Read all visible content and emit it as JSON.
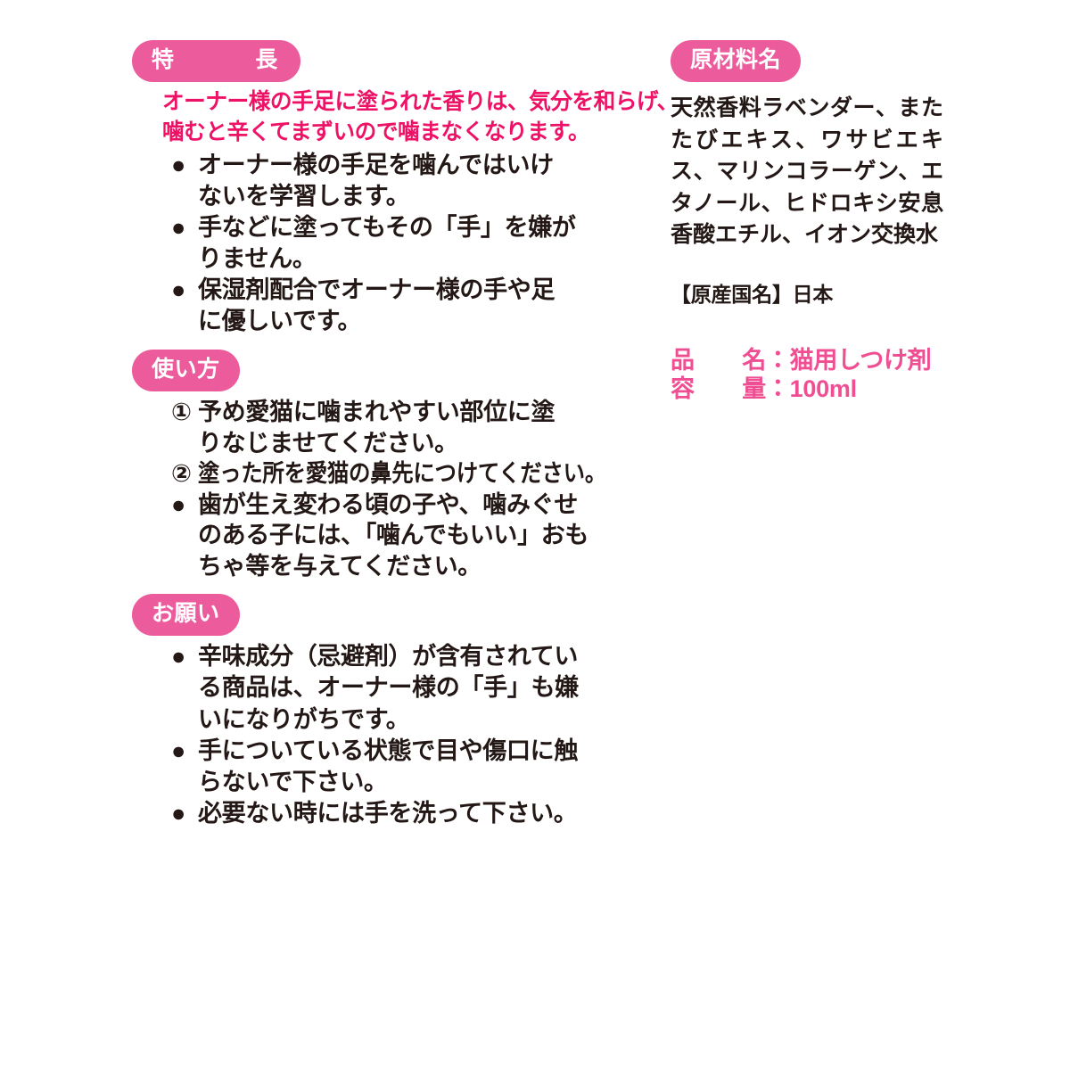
{
  "colors": {
    "badge_pink": "#ec5b9c",
    "lead_pink": "#ee1266",
    "product_info_pink": "#ef4f92",
    "body_black": "#231815",
    "background": "#ffffff"
  },
  "left_column": {
    "sections": [
      {
        "badge": "特　　長",
        "lead": [
          "オーナー様の手足に塗られた香りは、気分を和らげ、",
          "噛むと辛くてまずいので噛まなくなります。"
        ],
        "items": [
          {
            "marker": "●",
            "lines": [
              "オーナー様の手足を噛んではいけ",
              "ないを学習します。"
            ]
          },
          {
            "marker": "●",
            "lines": [
              "手などに塗ってもその「手」を嫌が",
              "りません。"
            ]
          },
          {
            "marker": "●",
            "lines": [
              "保湿剤配合でオーナー様の手や足",
              "に優しいです。"
            ]
          }
        ]
      },
      {
        "badge": "使い方",
        "lead": [],
        "items": [
          {
            "marker": "①",
            "lines": [
              "予め愛猫に噛まれやすい部位に塗",
              "りなじませてください。"
            ]
          },
          {
            "marker": "②",
            "lines": [
              "塗った所を愛猫の鼻先につけてください。"
            ],
            "condensed": true
          },
          {
            "marker": "●",
            "lines": [
              "歯が生え変わる頃の子や、噛みぐせ",
              "のある子には、「噛んでもいい」おも",
              "ちゃ等を与えてください。"
            ]
          }
        ]
      },
      {
        "badge": "お願い",
        "lead": [],
        "items": [
          {
            "marker": "●",
            "lines": [
              "辛味成分（忌避剤）が含有されてい",
              "る商品は、オーナー様の「手」も嫌",
              "いになりがちです。"
            ]
          },
          {
            "marker": "●",
            "lines": [
              "手についている状態で目や傷口に触",
              "らないで下さい。"
            ]
          },
          {
            "marker": "●",
            "lines": [
              "必要ない時には手を洗って下さい。"
            ]
          }
        ]
      }
    ]
  },
  "right_column": {
    "badge": "原材料名",
    "ingredients": "天然香料ラベンダー、またたびエキス、ワサビエキス、マリンコラーゲン、エタノール、ヒドロキシ安息香酸エチル、イオン交換水",
    "origin": "【原産国名】日本",
    "product_info": [
      "品　　名：猫用しつけ剤",
      "容　　量：100ml"
    ]
  }
}
